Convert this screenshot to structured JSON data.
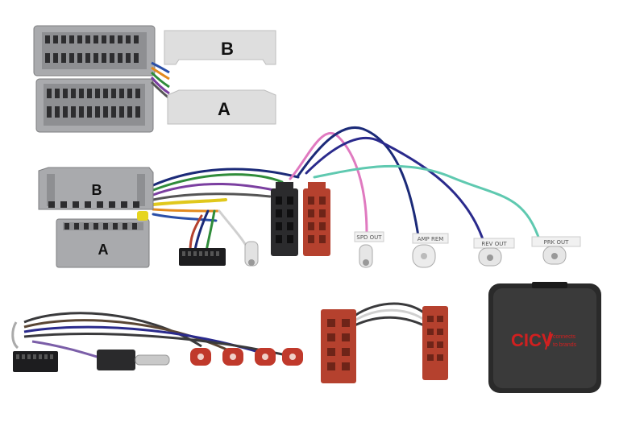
{
  "labels": {
    "top_b": "B",
    "top_a": "A",
    "harness_b": "B",
    "harness_a": "A"
  },
  "wire_tags": {
    "spd": "SPD OUT",
    "amp": "AMP REM",
    "rev": "REV OUT",
    "prk": "PRK OUT"
  },
  "logo": {
    "main": "CICV",
    "sub1": "connects",
    "sub2": "to brands"
  },
  "colors": {
    "connector_grey": "#a9aaad",
    "connector_dark": "#3a3a3c",
    "iso_red": "#b5412e",
    "rca_red": "#c0392b",
    "box_black": "#2a2a2a",
    "logo_red": "#d02020"
  }
}
